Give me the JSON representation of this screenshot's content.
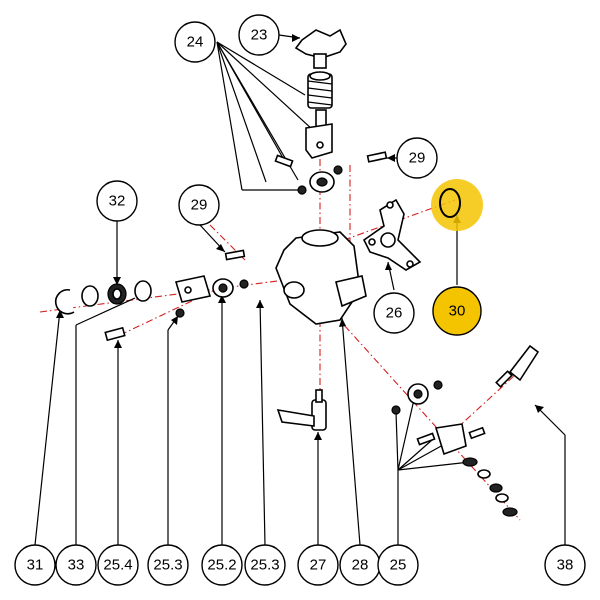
{
  "callouts": [
    {
      "id": "c24",
      "label": "24"
    },
    {
      "id": "c23",
      "label": "23"
    },
    {
      "id": "c29a",
      "label": "29"
    },
    {
      "id": "c32",
      "label": "32"
    },
    {
      "id": "c29b",
      "label": "29"
    },
    {
      "id": "c30",
      "label": "30",
      "highlighted": true
    },
    {
      "id": "c26",
      "label": "26"
    },
    {
      "id": "c31",
      "label": "31"
    },
    {
      "id": "c33",
      "label": "33"
    },
    {
      "id": "c254",
      "label": "25.4"
    },
    {
      "id": "c253a",
      "label": "25.3"
    },
    {
      "id": "c252",
      "label": "25.2"
    },
    {
      "id": "c253b",
      "label": "25.3"
    },
    {
      "id": "c27",
      "label": "27"
    },
    {
      "id": "c28",
      "label": "28"
    },
    {
      "id": "c25",
      "label": "25"
    },
    {
      "id": "c38",
      "label": "38"
    }
  ],
  "colors": {
    "highlight": "#f5c400",
    "centerline": "#d42020",
    "stroke": "#000000"
  }
}
